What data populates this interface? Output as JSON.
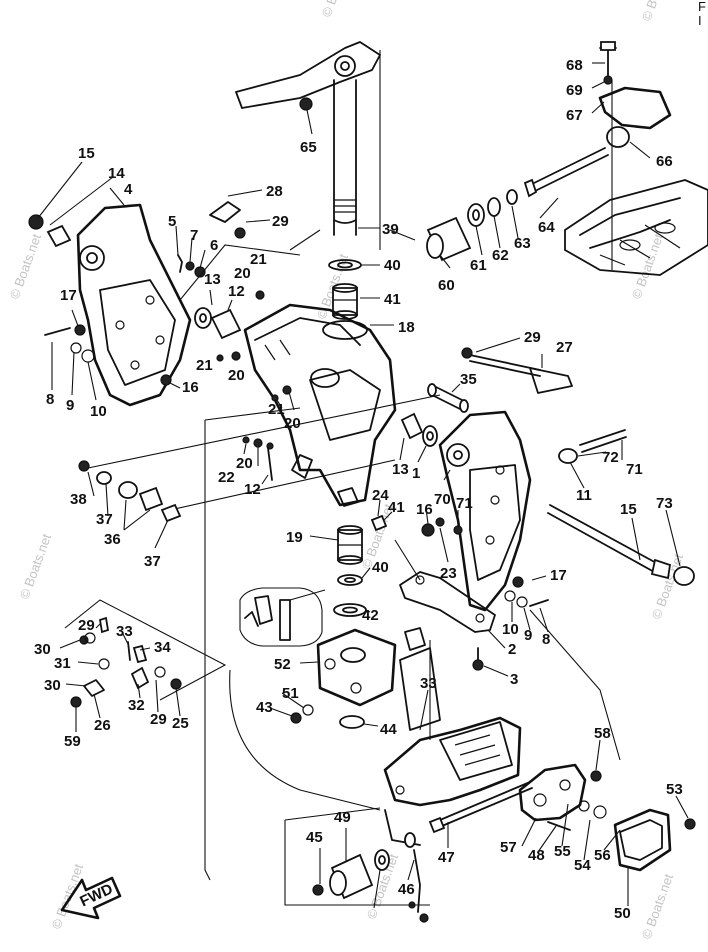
{
  "watermark": "© Boats.net",
  "fwd_label": "FWD",
  "corner_marks": "F\nI",
  "labels": [
    "68",
    "69",
    "67",
    "66",
    "65",
    "64",
    "63",
    "62",
    "61",
    "60",
    "39",
    "40",
    "41",
    "18",
    "28",
    "29",
    "4",
    "14",
    "15",
    "5",
    "7",
    "6",
    "21",
    "20",
    "13",
    "12",
    "17",
    "8",
    "9",
    "10",
    "16",
    "21",
    "20",
    "29",
    "27",
    "35",
    "38",
    "37",
    "36",
    "37",
    "20",
    "21",
    "20",
    "22",
    "12",
    "13",
    "1",
    "70",
    "71",
    "72",
    "11",
    "15",
    "73",
    "16",
    "71",
    "23",
    "24",
    "41",
    "19",
    "40",
    "42",
    "17",
    "10",
    "9",
    "8",
    "2",
    "3",
    "52",
    "51",
    "43",
    "44",
    "33",
    "29",
    "30",
    "31",
    "33",
    "34",
    "30",
    "32",
    "29",
    "25",
    "26",
    "59",
    "58",
    "53",
    "57",
    "48",
    "55",
    "54",
    "56",
    "50",
    "45",
    "49",
    "47",
    "46"
  ]
}
